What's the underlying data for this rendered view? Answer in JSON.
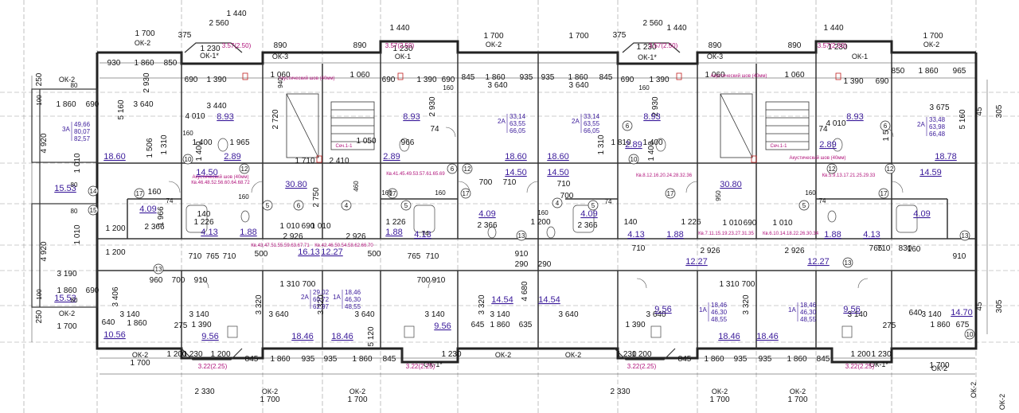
{
  "top_dims": [
    {
      "id": "t1",
      "text": "1 440"
    },
    {
      "id": "t2",
      "text": "1 700"
    },
    {
      "id": "t3",
      "text": "2 560"
    },
    {
      "id": "t4",
      "text": "1 440"
    },
    {
      "id": "t5",
      "text": "1 700"
    },
    {
      "id": "t6",
      "text": "1 440"
    },
    {
      "id": "t7",
      "text": "2 560"
    },
    {
      "id": "t8",
      "text": "1 440"
    },
    {
      "id": "t9",
      "text": "1 700"
    },
    {
      "id": "t10",
      "text": "1 230"
    },
    {
      "id": "t11",
      "text": "890"
    },
    {
      "id": "t12",
      "text": "890"
    },
    {
      "id": "t13",
      "text": "1 230"
    },
    {
      "id": "t14",
      "text": "890"
    },
    {
      "id": "t15",
      "text": "890"
    },
    {
      "id": "t16",
      "text": "1 230"
    },
    {
      "id": "t17",
      "text": "1 230"
    },
    {
      "id": "t18",
      "text": "1 700"
    },
    {
      "id": "t19",
      "text": "375"
    },
    {
      "id": "t20",
      "text": "375"
    }
  ],
  "windows": [
    {
      "id": "w1",
      "text": "ОК-2"
    },
    {
      "id": "w2",
      "text": "ОК-1*"
    },
    {
      "id": "w3",
      "text": "ОК-3"
    },
    {
      "id": "w4",
      "text": "ОК-1"
    },
    {
      "id": "w5",
      "text": "ОК-2"
    },
    {
      "id": "w6",
      "text": "ОК-1*"
    },
    {
      "id": "w7",
      "text": "ОК-3"
    },
    {
      "id": "w8",
      "text": "ОК-1"
    },
    {
      "id": "w9",
      "text": "ОК-2"
    },
    {
      "id": "w10",
      "text": "ОК-2"
    },
    {
      "id": "w11",
      "text": "ОК-2"
    },
    {
      "id": "w12",
      "text": "ОК-2"
    },
    {
      "id": "w13",
      "text": "ОК-1*"
    },
    {
      "id": "w14",
      "text": "ОК-2"
    },
    {
      "id": "w15",
      "text": "ОК-2"
    },
    {
      "id": "w16",
      "text": "ОК-2"
    },
    {
      "id": "w17",
      "text": "ОК-1*"
    },
    {
      "id": "w18",
      "text": "ОК-2"
    },
    {
      "id": "w19",
      "text": "ОК-2"
    },
    {
      "id": "w20",
      "text": "ОК-2"
    },
    {
      "id": "w21",
      "text": "ОК-2"
    }
  ],
  "balcony_labels": [
    {
      "id": "b1",
      "text": "3.57(2.50)"
    },
    {
      "id": "b2",
      "text": "3.57(2.50)"
    },
    {
      "id": "b3",
      "text": "3.57(2.50)"
    },
    {
      "id": "b4",
      "text": "3.57(2.50)"
    },
    {
      "id": "b5",
      "text": "3.22(2.25)"
    },
    {
      "id": "b6",
      "text": "3.22(2.25)"
    },
    {
      "id": "b7",
      "text": "3.22(2.25)"
    },
    {
      "id": "b8",
      "text": "3.22(2.25)"
    }
  ],
  "dims": [
    {
      "id": "d1",
      "text": "930"
    },
    {
      "id": "d2",
      "text": "1 860"
    },
    {
      "id": "d3",
      "text": "850"
    },
    {
      "id": "d4",
      "text": "690"
    },
    {
      "id": "d5",
      "text": "1 390"
    },
    {
      "id": "d6",
      "text": "1 060"
    },
    {
      "id": "d7",
      "text": "1 060"
    },
    {
      "id": "d8",
      "text": "690"
    },
    {
      "id": "d9",
      "text": "1 390"
    },
    {
      "id": "d10",
      "text": "690"
    },
    {
      "id": "d11",
      "text": "845"
    },
    {
      "id": "d12",
      "text": "1 860"
    },
    {
      "id": "d13",
      "text": "935"
    },
    {
      "id": "d14",
      "text": "935"
    },
    {
      "id": "d15",
      "text": "1 860"
    },
    {
      "id": "d16",
      "text": "845"
    },
    {
      "id": "d17",
      "text": "690"
    },
    {
      "id": "d18",
      "text": "1 390"
    },
    {
      "id": "d19",
      "text": "1 060"
    },
    {
      "id": "d20",
      "text": "1 060"
    },
    {
      "id": "d21",
      "text": "1 390"
    },
    {
      "id": "d22",
      "text": "690"
    },
    {
      "id": "d23",
      "text": "850"
    },
    {
      "id": "d24",
      "text": "1 860"
    },
    {
      "id": "d25",
      "text": "965"
    },
    {
      "id": "d26",
      "text": "2 930"
    },
    {
      "id": "d27",
      "text": "3 640"
    },
    {
      "id": "d28",
      "text": "1 860"
    },
    {
      "id": "d29",
      "text": "690"
    },
    {
      "id": "d30",
      "text": "3 440"
    },
    {
      "id": "d31",
      "text": "3 640"
    },
    {
      "id": "d32",
      "text": "3 640"
    },
    {
      "id": "d33",
      "text": "2 930"
    },
    {
      "id": "d34",
      "text": "3 675"
    },
    {
      "id": "d35",
      "text": "2 930"
    },
    {
      "id": "d36",
      "text": "5 160"
    },
    {
      "id": "d37",
      "text": "5 160"
    },
    {
      "id": "d38",
      "text": "4 920"
    },
    {
      "id": "d39",
      "text": "4 920"
    },
    {
      "id": "d40",
      "text": "3 190"
    },
    {
      "id": "d41",
      "text": "1 860"
    },
    {
      "id": "d42",
      "text": "690"
    },
    {
      "id": "d43",
      "text": "1 700"
    },
    {
      "id": "d44",
      "text": "1 700"
    },
    {
      "id": "d45",
      "text": "250"
    },
    {
      "id": "d46",
      "text": "250"
    },
    {
      "id": "d47",
      "text": "1 010"
    },
    {
      "id": "d48",
      "text": "1 010"
    },
    {
      "id": "d49",
      "text": "1 200"
    },
    {
      "id": "d50",
      "text": "1 200"
    },
    {
      "id": "d51",
      "text": "2 926"
    },
    {
      "id": "d52",
      "text": "2 926"
    },
    {
      "id": "d53",
      "text": "2 926"
    },
    {
      "id": "d54",
      "text": "2 926"
    },
    {
      "id": "d55",
      "text": "1 010"
    },
    {
      "id": "d56",
      "text": "690"
    },
    {
      "id": "d57",
      "text": "1 010"
    },
    {
      "id": "d58",
      "text": "1 010"
    },
    {
      "id": "d59",
      "text": "690"
    },
    {
      "id": "d60",
      "text": "1 010"
    },
    {
      "id": "d61",
      "text": "710"
    },
    {
      "id": "d62",
      "text": "765"
    },
    {
      "id": "d63",
      "text": "710"
    },
    {
      "id": "d64",
      "text": "765"
    },
    {
      "id": "d65",
      "text": "710"
    },
    {
      "id": "d66",
      "text": "710"
    },
    {
      "id": "d67",
      "text": "765"
    },
    {
      "id": "d68",
      "text": "710"
    },
    {
      "id": "d69",
      "text": "830"
    },
    {
      "id": "d70",
      "text": "500"
    },
    {
      "id": "d71",
      "text": "500"
    },
    {
      "id": "d72",
      "text": "1 310"
    },
    {
      "id": "d73",
      "text": "700"
    },
    {
      "id": "d74",
      "text": "1 310"
    },
    {
      "id": "d75",
      "text": "700"
    },
    {
      "id": "d76",
      "text": "3 320"
    },
    {
      "id": "d77",
      "text": "3 320"
    },
    {
      "id": "d78",
      "text": "3 320"
    },
    {
      "id": "d79",
      "text": "3 320"
    },
    {
      "id": "d80",
      "text": "3 406"
    },
    {
      "id": "d81",
      "text": "3 140"
    },
    {
      "id": "d82",
      "text": "3 640"
    },
    {
      "id": "d83",
      "text": "3 640"
    },
    {
      "id": "d84",
      "text": "3 140"
    },
    {
      "id": "d85",
      "text": "3 140"
    },
    {
      "id": "d86",
      "text": "3 140"
    },
    {
      "id": "d87",
      "text": "3 640"
    },
    {
      "id": "d88",
      "text": "3 640"
    },
    {
      "id": "d89",
      "text": "3 140"
    },
    {
      "id": "d90",
      "text": "3 140"
    },
    {
      "id": "d91",
      "text": "1 860"
    },
    {
      "id": "d92",
      "text": "1 390"
    },
    {
      "id": "d93",
      "text": "645"
    },
    {
      "id": "d94",
      "text": "1 860"
    },
    {
      "id": "d95",
      "text": "635"
    },
    {
      "id": "d96",
      "text": "1 390"
    },
    {
      "id": "d97",
      "text": "1 860"
    },
    {
      "id": "d98",
      "text": "675"
    },
    {
      "id": "d99",
      "text": "4 680"
    },
    {
      "id": "d100",
      "text": "5 120"
    },
    {
      "id": "d101",
      "text": "1 230"
    },
    {
      "id": "d102",
      "text": "1 200"
    },
    {
      "id": "d103",
      "text": "1 200"
    },
    {
      "id": "d104",
      "text": "1 230"
    },
    {
      "id": "d105",
      "text": "1 230"
    },
    {
      "id": "d106",
      "text": "1 200"
    },
    {
      "id": "d107",
      "text": "1 200"
    },
    {
      "id": "d108",
      "text": "1 230"
    },
    {
      "id": "d109",
      "text": "845"
    },
    {
      "id": "d110",
      "text": "1 860"
    },
    {
      "id": "d111",
      "text": "935"
    },
    {
      "id": "d112",
      "text": "935"
    },
    {
      "id": "d113",
      "text": "1 860"
    },
    {
      "id": "d114",
      "text": "845"
    },
    {
      "id": "d115",
      "text": "845"
    },
    {
      "id": "d116",
      "text": "1 860"
    },
    {
      "id": "d117",
      "text": "935"
    },
    {
      "id": "d118",
      "text": "935"
    },
    {
      "id": "d119",
      "text": "1 860"
    },
    {
      "id": "d120",
      "text": "845"
    },
    {
      "id": "d121",
      "text": "2 330"
    },
    {
      "id": "d122",
      "text": "2 330"
    },
    {
      "id": "d123",
      "text": "1 700"
    },
    {
      "id": "d124",
      "text": "1 700"
    },
    {
      "id": "d125",
      "text": "1 700"
    },
    {
      "id": "d126",
      "text": "1 700"
    },
    {
      "id": "d127",
      "text": "1 700"
    },
    {
      "id": "d128",
      "text": "305"
    },
    {
      "id": "d129",
      "text": "305"
    },
    {
      "id": "d130",
      "text": "45"
    },
    {
      "id": "d131",
      "text": "45"
    },
    {
      "id": "d132",
      "text": "910"
    },
    {
      "id": "d133",
      "text": "910"
    },
    {
      "id": "d134",
      "text": "290"
    },
    {
      "id": "d135",
      "text": "290"
    },
    {
      "id": "d136",
      "text": "160"
    },
    {
      "id": "d137",
      "text": "160"
    },
    {
      "id": "d138",
      "text": "1 400"
    },
    {
      "id": "d139",
      "text": "1 400"
    },
    {
      "id": "d140",
      "text": "1 310"
    },
    {
      "id": "d141",
      "text": "1 310"
    },
    {
      "id": "d142",
      "text": "1 506"
    },
    {
      "id": "d143",
      "text": "1 506"
    },
    {
      "id": "d144",
      "text": "2 720"
    },
    {
      "id": "d145",
      "text": "2 750"
    },
    {
      "id": "d146",
      "text": "1 710"
    },
    {
      "id": "d147",
      "text": "1 050"
    },
    {
      "id": "d148",
      "text": "2 410"
    },
    {
      "id": "d149",
      "text": "966"
    },
    {
      "id": "d150",
      "text": "1 966"
    },
    {
      "id": "d151",
      "text": "2 366"
    },
    {
      "id": "d152",
      "text": "2 366"
    },
    {
      "id": "d153",
      "text": "2 366"
    },
    {
      "id": "d154",
      "text": "1 226"
    },
    {
      "id": "d155",
      "text": "1 226"
    },
    {
      "id": "d156",
      "text": "1 226"
    },
    {
      "id": "d157",
      "text": "140"
    },
    {
      "id": "d158",
      "text": "140"
    },
    {
      "id": "d159",
      "text": "74"
    },
    {
      "id": "d160",
      "text": "74"
    },
    {
      "id": "d161",
      "text": "960"
    },
    {
      "id": "d162",
      "text": "700"
    },
    {
      "id": "d163",
      "text": "910"
    },
    {
      "id": "d164",
      "text": "910"
    },
    {
      "id": "d165",
      "text": "700"
    },
    {
      "id": "d166",
      "text": "275"
    },
    {
      "id": "d167",
      "text": "275"
    },
    {
      "id": "d168",
      "text": "640"
    },
    {
      "id": "d169",
      "text": "640"
    },
    {
      "id": "d170",
      "text": "1 200"
    },
    {
      "id": "d171",
      "text": "710"
    },
    {
      "id": "d172",
      "text": "700"
    },
    {
      "id": "d173",
      "text": "710"
    },
    {
      "id": "d174",
      "text": "700"
    },
    {
      "id": "d175",
      "text": "4 010"
    },
    {
      "id": "d176",
      "text": "4 010"
    },
    {
      "id": "d177",
      "text": "1 965"
    },
    {
      "id": "d178",
      "text": "1 400"
    },
    {
      "id": "d179",
      "text": "1 400"
    },
    {
      "id": "d180",
      "text": "1 810"
    }
  ],
  "room_areas": [
    {
      "id": "r1",
      "text": "18.60"
    },
    {
      "id": "r2",
      "text": "15.53"
    },
    {
      "id": "r3",
      "text": "15.53"
    },
    {
      "id": "r4",
      "text": "8.93"
    },
    {
      "id": "r5",
      "text": "2.89"
    },
    {
      "id": "r6",
      "text": "14.50"
    },
    {
      "id": "r7",
      "text": "30.80"
    },
    {
      "id": "r8",
      "text": "8.93"
    },
    {
      "id": "r9",
      "text": "2.89"
    },
    {
      "id": "r10",
      "text": "18.60"
    },
    {
      "id": "r11",
      "text": "18.60"
    },
    {
      "id": "r12",
      "text": "14.50"
    },
    {
      "id": "r13",
      "text": "14.50"
    },
    {
      "id": "r14",
      "text": "8.93"
    },
    {
      "id": "r15",
      "text": "2.89"
    },
    {
      "id": "r16",
      "text": "30.80"
    },
    {
      "id": "r17",
      "text": "8.93"
    },
    {
      "id": "r18",
      "text": "2.89"
    },
    {
      "id": "r19",
      "text": "18.78"
    },
    {
      "id": "r20",
      "text": "14.59"
    },
    {
      "id": "r21",
      "text": "4.09"
    },
    {
      "id": "r22",
      "text": "4.13"
    },
    {
      "id": "r23",
      "text": "1.88"
    },
    {
      "id": "r24",
      "text": "16.13"
    },
    {
      "id": "r25",
      "text": "12.27"
    },
    {
      "id": "r26",
      "text": "1.88"
    },
    {
      "id": "r27",
      "text": "4.13"
    },
    {
      "id": "r28",
      "text": "4.09"
    },
    {
      "id": "r29",
      "text": "4.09"
    },
    {
      "id": "r30",
      "text": "4.13"
    },
    {
      "id": "r31",
      "text": "1.88"
    },
    {
      "id": "r32",
      "text": "12.27"
    },
    {
      "id": "r33",
      "text": "12.27"
    },
    {
      "id": "r34",
      "text": "1.88"
    },
    {
      "id": "r35",
      "text": "4.13"
    },
    {
      "id": "r36",
      "text": "4.09"
    },
    {
      "id": "r37",
      "text": "10.56"
    },
    {
      "id": "r38",
      "text": "9.56"
    },
    {
      "id": "r39",
      "text": "18.46"
    },
    {
      "id": "r40",
      "text": "18.46"
    },
    {
      "id": "r41",
      "text": "9.56"
    },
    {
      "id": "r42",
      "text": "14.54"
    },
    {
      "id": "r43",
      "text": "14.54"
    },
    {
      "id": "r44",
      "text": "9.56"
    },
    {
      "id": "r45",
      "text": "18.46"
    },
    {
      "id": "r46",
      "text": "18.46"
    },
    {
      "id": "r47",
      "text": "9.56"
    },
    {
      "id": "r48",
      "text": "14.70"
    }
  ],
  "apartments": [
    {
      "id": "a1",
      "type": "3А",
      "areas": [
        "49,66",
        "80,07",
        "82,57"
      ]
    },
    {
      "id": "a2",
      "type": "2А",
      "areas": [
        "33,14",
        "63,55",
        "66,05"
      ]
    },
    {
      "id": "a3",
      "type": "2А",
      "areas": [
        "33,14",
        "63,55",
        "66,05"
      ]
    },
    {
      "id": "a4",
      "type": "2А",
      "areas": [
        "33,48",
        "63,98",
        "66,48"
      ]
    },
    {
      "id": "a5",
      "type": "2А",
      "areas": [
        "29,02",
        "60,72",
        "62,97"
      ]
    },
    {
      "id": "a6",
      "type": "1А",
      "areas": [
        "18,46",
        "46,30",
        "48,55"
      ]
    },
    {
      "id": "a7",
      "type": "1А",
      "areas": [
        "18,46",
        "46,30",
        "48,55"
      ]
    },
    {
      "id": "a8",
      "type": "1А",
      "areas": [
        "18,46",
        "46,30",
        "48,55"
      ]
    }
  ],
  "notes": [
    {
      "id": "n1",
      "text": "Акустический шов (40мм)"
    },
    {
      "id": "n2",
      "text": "Акустический шов (40мм)"
    },
    {
      "id": "n3",
      "text": "Акустический шов (40мм)"
    },
    {
      "id": "n4",
      "text": "Акустический шов (40мм)"
    },
    {
      "id": "n5",
      "text": "Кв.46.48.52.56.60.64.68.72"
    },
    {
      "id": "n6",
      "text": "Кв.41.45.49.53.57.61.65.69"
    },
    {
      "id": "n7",
      "text": "Кв.8.12.16.20.24.28.32.36"
    },
    {
      "id": "n8",
      "text": "Кв.5.9.13.17.21.25.29.33"
    },
    {
      "id": "n9",
      "text": "Кв.43.47.51.55.59.63.67.71"
    },
    {
      "id": "n10",
      "text": "Кв.42.46.50.54.58.62.66.70"
    },
    {
      "id": "n11",
      "text": "Кв.7.11.15.19.23.27.31.35"
    },
    {
      "id": "n12",
      "text": "Кв.6.10.14.18.22.26.30.34"
    },
    {
      "id": "n13",
      "text": "Сеч.1-1"
    },
    {
      "id": "n14",
      "text": "Сеч.1-1"
    }
  ],
  "marks": [
    {
      "id": "m1",
      "text": "14"
    },
    {
      "id": "m2",
      "text": "15"
    },
    {
      "id": "m3",
      "text": "17"
    },
    {
      "id": "m4",
      "text": "5"
    },
    {
      "id": "m5",
      "text": "6"
    },
    {
      "id": "m6",
      "text": "10"
    },
    {
      "id": "m7",
      "text": "12"
    },
    {
      "id": "m8",
      "text": "13"
    },
    {
      "id": "m9",
      "text": "4"
    },
    {
      "id": "m10",
      "text": "17"
    },
    {
      "id": "m11",
      "text": "13"
    },
    {
      "id": "m12",
      "text": "5"
    },
    {
      "id": "m13",
      "text": "6"
    },
    {
      "id": "m14",
      "text": "12"
    },
    {
      "id": "m15",
      "text": "17"
    },
    {
      "id": "m16",
      "text": "4"
    },
    {
      "id": "m17",
      "text": "5"
    },
    {
      "id": "m18",
      "text": "6"
    },
    {
      "id": "m19",
      "text": "10"
    },
    {
      "id": "m20",
      "text": "17"
    },
    {
      "id": "m21",
      "text": "12"
    },
    {
      "id": "m22",
      "text": "13"
    },
    {
      "id": "m23",
      "text": "5"
    },
    {
      "id": "m24",
      "text": "17"
    },
    {
      "id": "m25",
      "text": "6"
    },
    {
      "id": "m26",
      "text": "13"
    },
    {
      "id": "m27",
      "text": "12"
    },
    {
      "id": "m28",
      "text": "10"
    }
  ],
  "small_nums": [
    {
      "id": "s1",
      "text": "74"
    },
    {
      "id": "s2",
      "text": "74"
    },
    {
      "id": "s3",
      "text": "74"
    },
    {
      "id": "s4",
      "text": "74"
    },
    {
      "id": "s5",
      "text": "80"
    },
    {
      "id": "s6",
      "text": "80"
    },
    {
      "id": "s7",
      "text": "80"
    },
    {
      "id": "s8",
      "text": "80"
    },
    {
      "id": "s9",
      "text": "100"
    },
    {
      "id": "s10",
      "text": "100"
    },
    {
      "id": "s11",
      "text": "160"
    },
    {
      "id": "s12",
      "text": "160"
    },
    {
      "id": "s13",
      "text": "160"
    },
    {
      "id": "s14",
      "text": "160"
    },
    {
      "id": "s15",
      "text": "160"
    },
    {
      "id": "s16",
      "text": "160"
    },
    {
      "id": "s17",
      "text": "160"
    },
    {
      "id": "s18",
      "text": "160"
    },
    {
      "id": "s19",
      "text": "940"
    },
    {
      "id": "s20",
      "text": "460"
    },
    {
      "id": "s21",
      "text": "950"
    }
  ],
  "side_labels": [
    {
      "id": "x1",
      "text": "ОК-2"
    },
    {
      "id": "x2",
      "text": "ОК-2"
    }
  ]
}
